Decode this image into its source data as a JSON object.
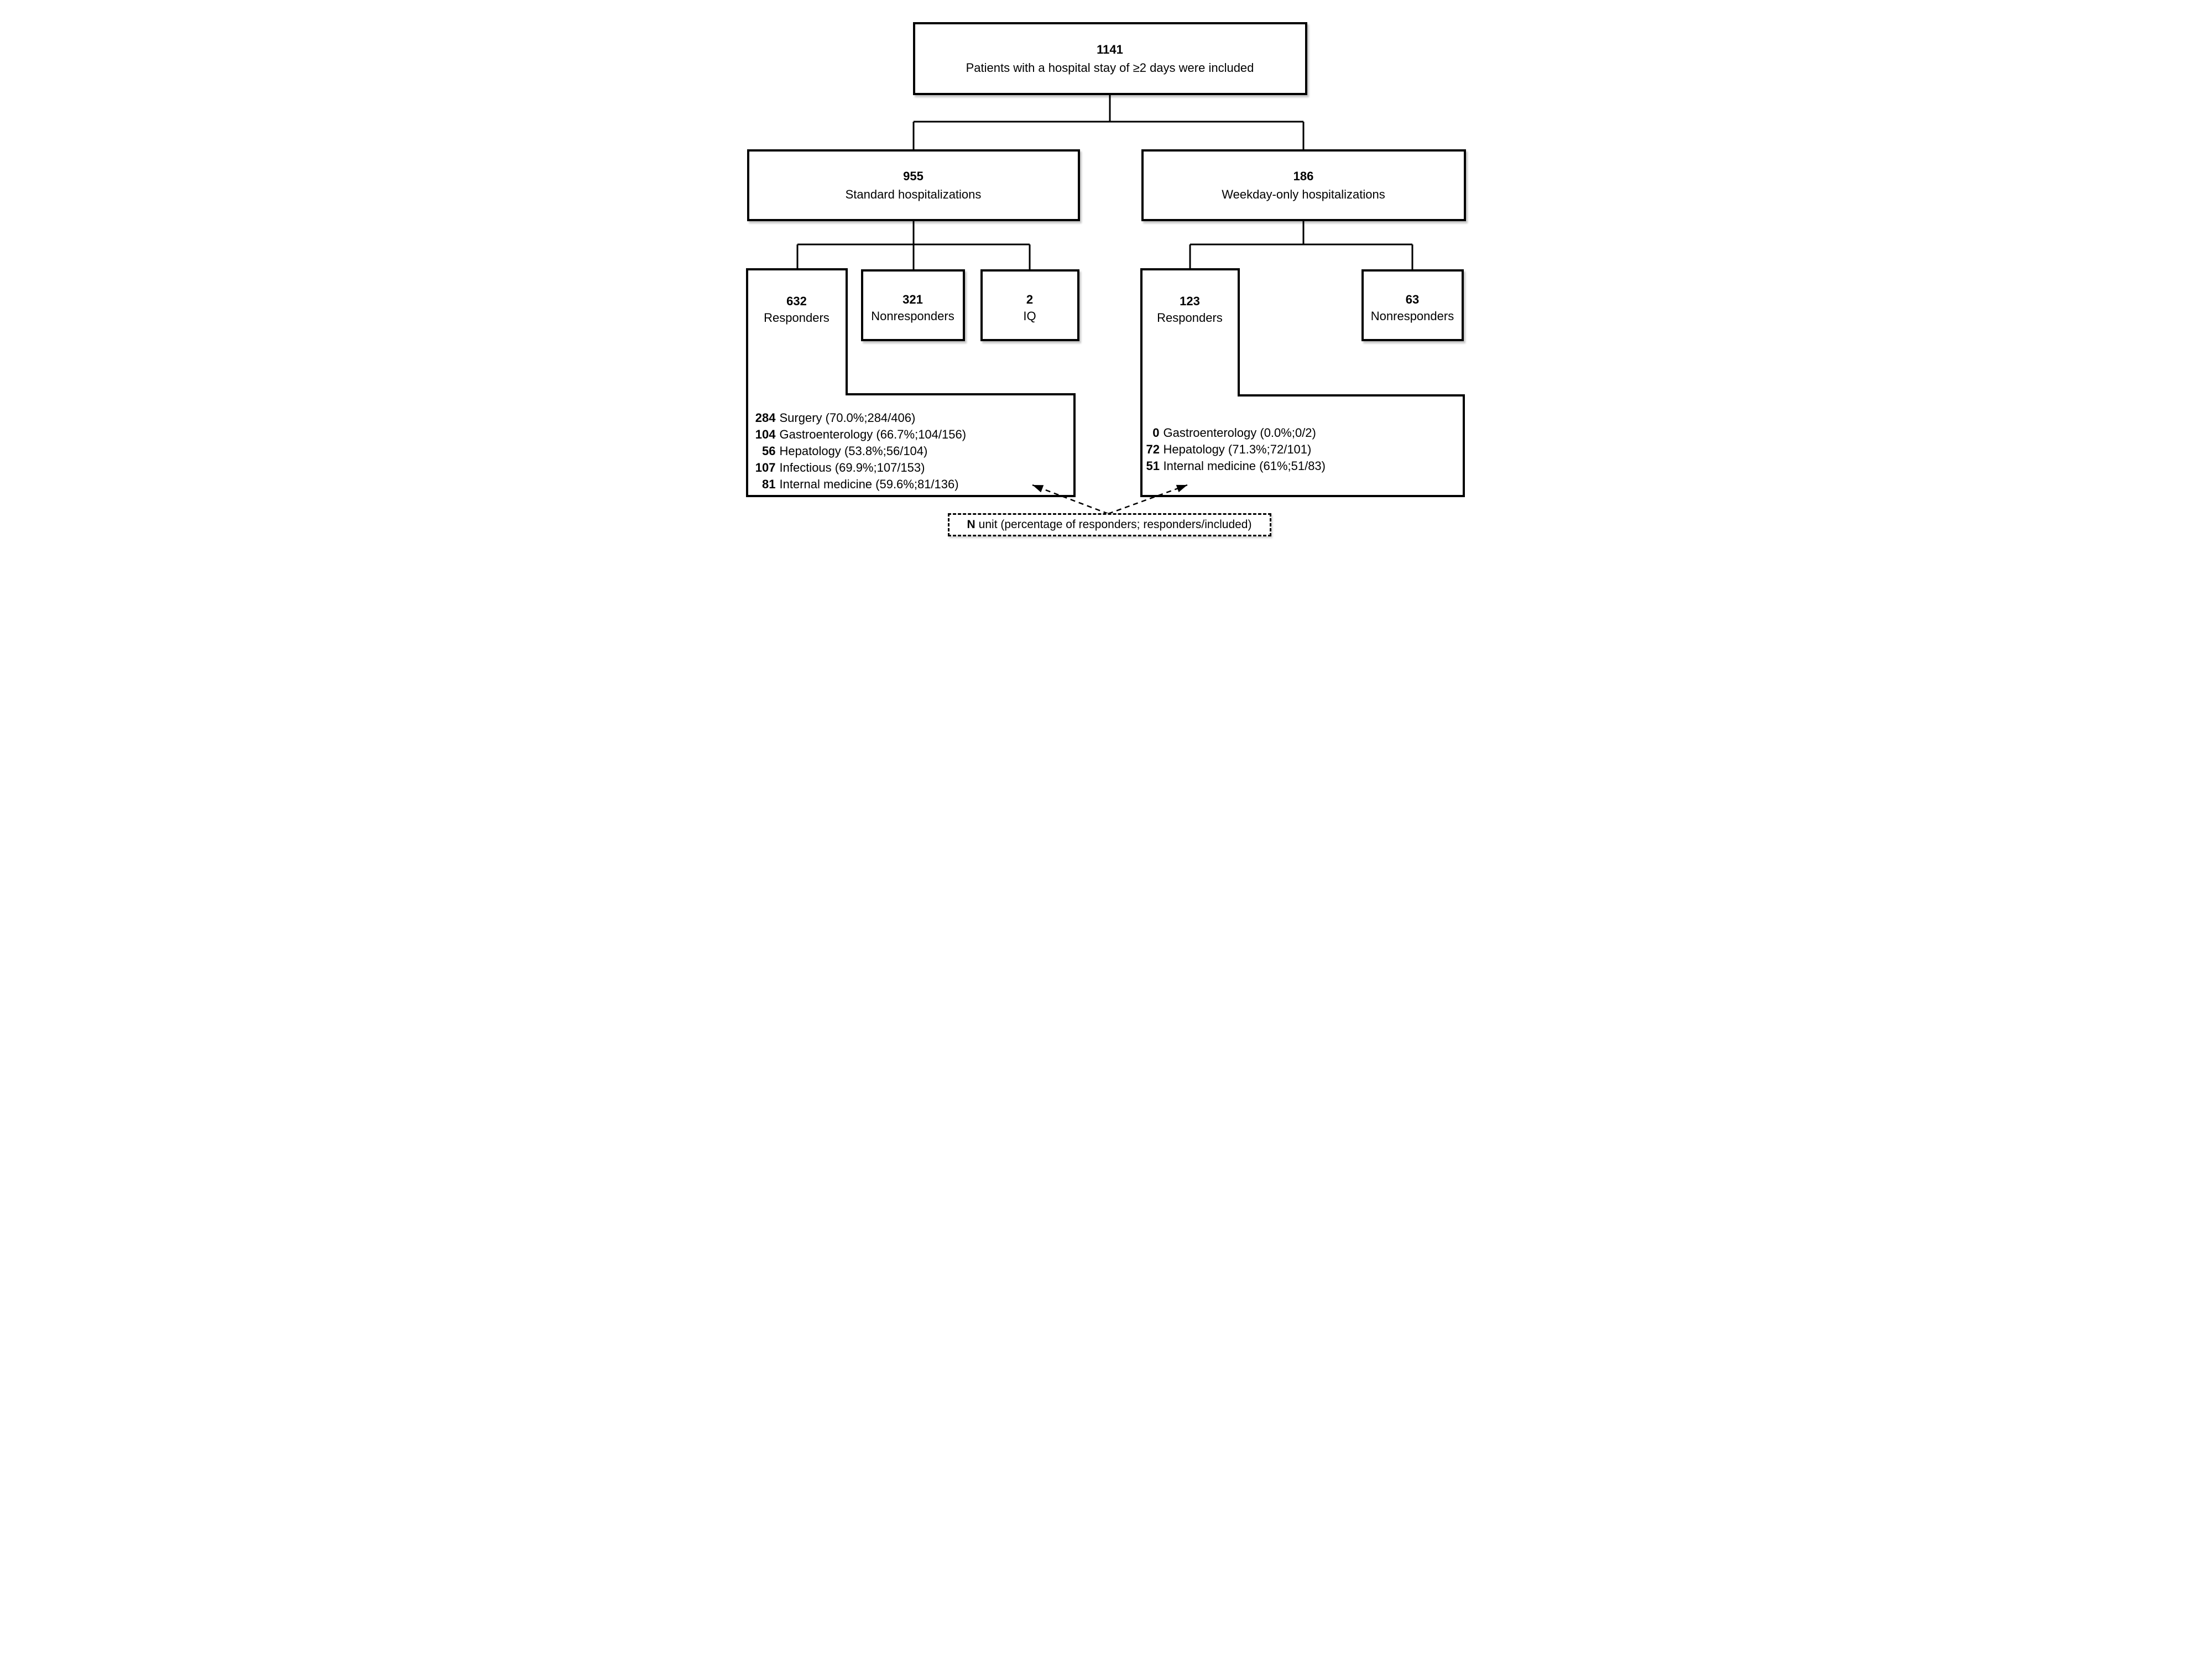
{
  "figure": {
    "root": {
      "count": "1141",
      "label": "Patients with a hospital stay of ≥2 days were included"
    },
    "standard": {
      "count": "955",
      "label": "Standard hospitalizations"
    },
    "weekday": {
      "count": "186",
      "label": "Weekday-only hospitalizations"
    },
    "std_responders": {
      "count": "632",
      "label": "Responders"
    },
    "std_nonresponders": {
      "count": "321",
      "label": "Nonresponders"
    },
    "iq": {
      "count": "2",
      "label": "IQ"
    },
    "wk_responders": {
      "count": "123",
      "label": "Responders"
    },
    "wk_nonresponders": {
      "count": "63",
      "label": "Nonresponders"
    },
    "std_breakdown": [
      {
        "n": "284",
        "label": "Surgery (70.0%;284/406)"
      },
      {
        "n": "104",
        "label": "Gastroenterology (66.7%;104/156)"
      },
      {
        "n": "56",
        "label": "Hepatology (53.8%;56/104)"
      },
      {
        "n": "107",
        "label": "Infectious (69.9%;107/153)"
      },
      {
        "n": "81",
        "label": "Internal medicine (59.6%;81/136)"
      }
    ],
    "wk_breakdown": [
      {
        "n": "0",
        "label": "Gastroenterology (0.0%;0/2)"
      },
      {
        "n": "72",
        "label": "Hepatology (71.3%;72/101)"
      },
      {
        "n": "51",
        "label": "Internal medicine (61%;51/83)"
      }
    ],
    "legend": {
      "n": "N",
      "text": "unit (percentage of responders; responders/included)"
    },
    "colors": {
      "line": "#000000",
      "background": "#ffffff"
    }
  }
}
